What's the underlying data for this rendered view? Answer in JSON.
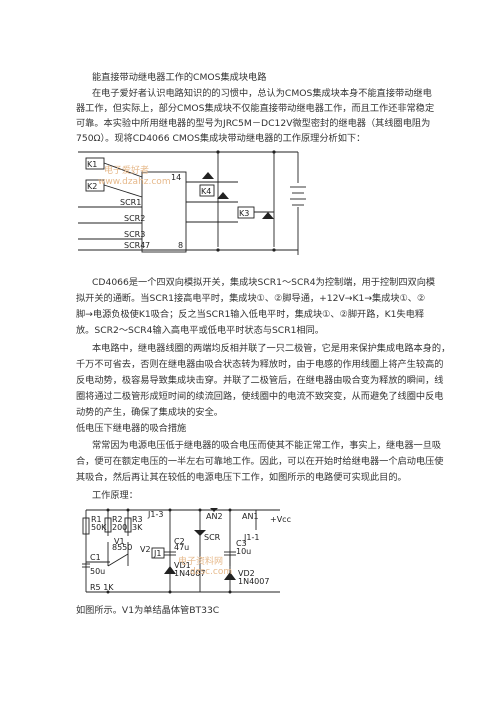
{
  "title": "能直接带动继电器工作的CMOS集成块电路",
  "p1": [
    "在电子爱好者认识电路知识的的习惯中，总认为CMOS集成块本身不能直接带动继电",
    "器工作，但实际上，部分CMOS集成块不仅能直接带动继电器工作，而且工作还非常稳定",
    "可靠。本实验中所用继电器的型号为JRC5M－DC12V微型密封的继电器（其线圈电阻为",
    "750Ω）。现将CD4066 CMOS集成块带动继电器的工作原理分析如下："
  ],
  "fig1": {
    "labels": [
      "K1",
      "K2",
      "14",
      "SCR1",
      "K4",
      "SCR2",
      "K3",
      "SCR3",
      "SCR4",
      "7",
      "8"
    ],
    "watermark": [
      "电子爱好者",
      "www.dzahz.com"
    ]
  },
  "p2": [
    "CD4066是一个四双向模拟开关，集成块SCR1～SCR4为控制端，用于控制四双向模",
    "拟开关的通断。当SCR1接高电平时，集成块①、②脚导通，+12V→K1→集成块①、②",
    "脚→电源负极使K1吸合；反之当SCR1输入低电平时，集成块①、②脚开路，K1失电释",
    "放。SCR2～SCR4输入高电平或低电平时状态与SCR1相同。"
  ],
  "p3": [
    "本电路中，继电器线圈的两端均反相并联了一只二极管，它是用来保护集成电路本身的，",
    "千万不可省去，否则在继电器由吸合状态转为释放时，由于电感的作用线圈上将产生较高的",
    "反电动势，极容易导致集成块击穿。并联了二极管后，在继电器由吸合变为释放的瞬间，线",
    "圈将通过二极管形成短时间的续流回路，使线圈中的电流不致突变，从而避免了线圈中反电",
    "动势的产生，确保了集成块的安全。"
  ],
  "heading2": "低电压下继电器的吸合措施",
  "p4": [
    "常常因为电源电压低于继电器的吸合电压而使其不能正常工作，事实上，继电器一旦吸",
    "合，便可在额定电压的一半左右可靠地工作。因此，可以在开始时给继电器一个启动电压使",
    "其吸合，然后再让其在较低的电源电压下工作，如图所示的电路便可实现此目的。"
  ],
  "work_label": "工作原理：",
  "fig2": {
    "labels": [
      "R1",
      "50K",
      "R2",
      "200",
      "R3",
      "3K",
      "J1-3",
      "AN2",
      "AN1",
      "+Vcc",
      "V1",
      "8550",
      "V2",
      "C2",
      "47u",
      "SCR",
      "J1-1",
      "C1",
      "50u",
      "J1",
      "VD1",
      "1N4007",
      "C3",
      "10u",
      "VD2",
      "1N4007",
      "R5 1K"
    ],
    "watermark": [
      "电子资料网",
      "dzsc.com"
    ]
  },
  "caption": "如图所示。V1为单结晶体管BT33C"
}
